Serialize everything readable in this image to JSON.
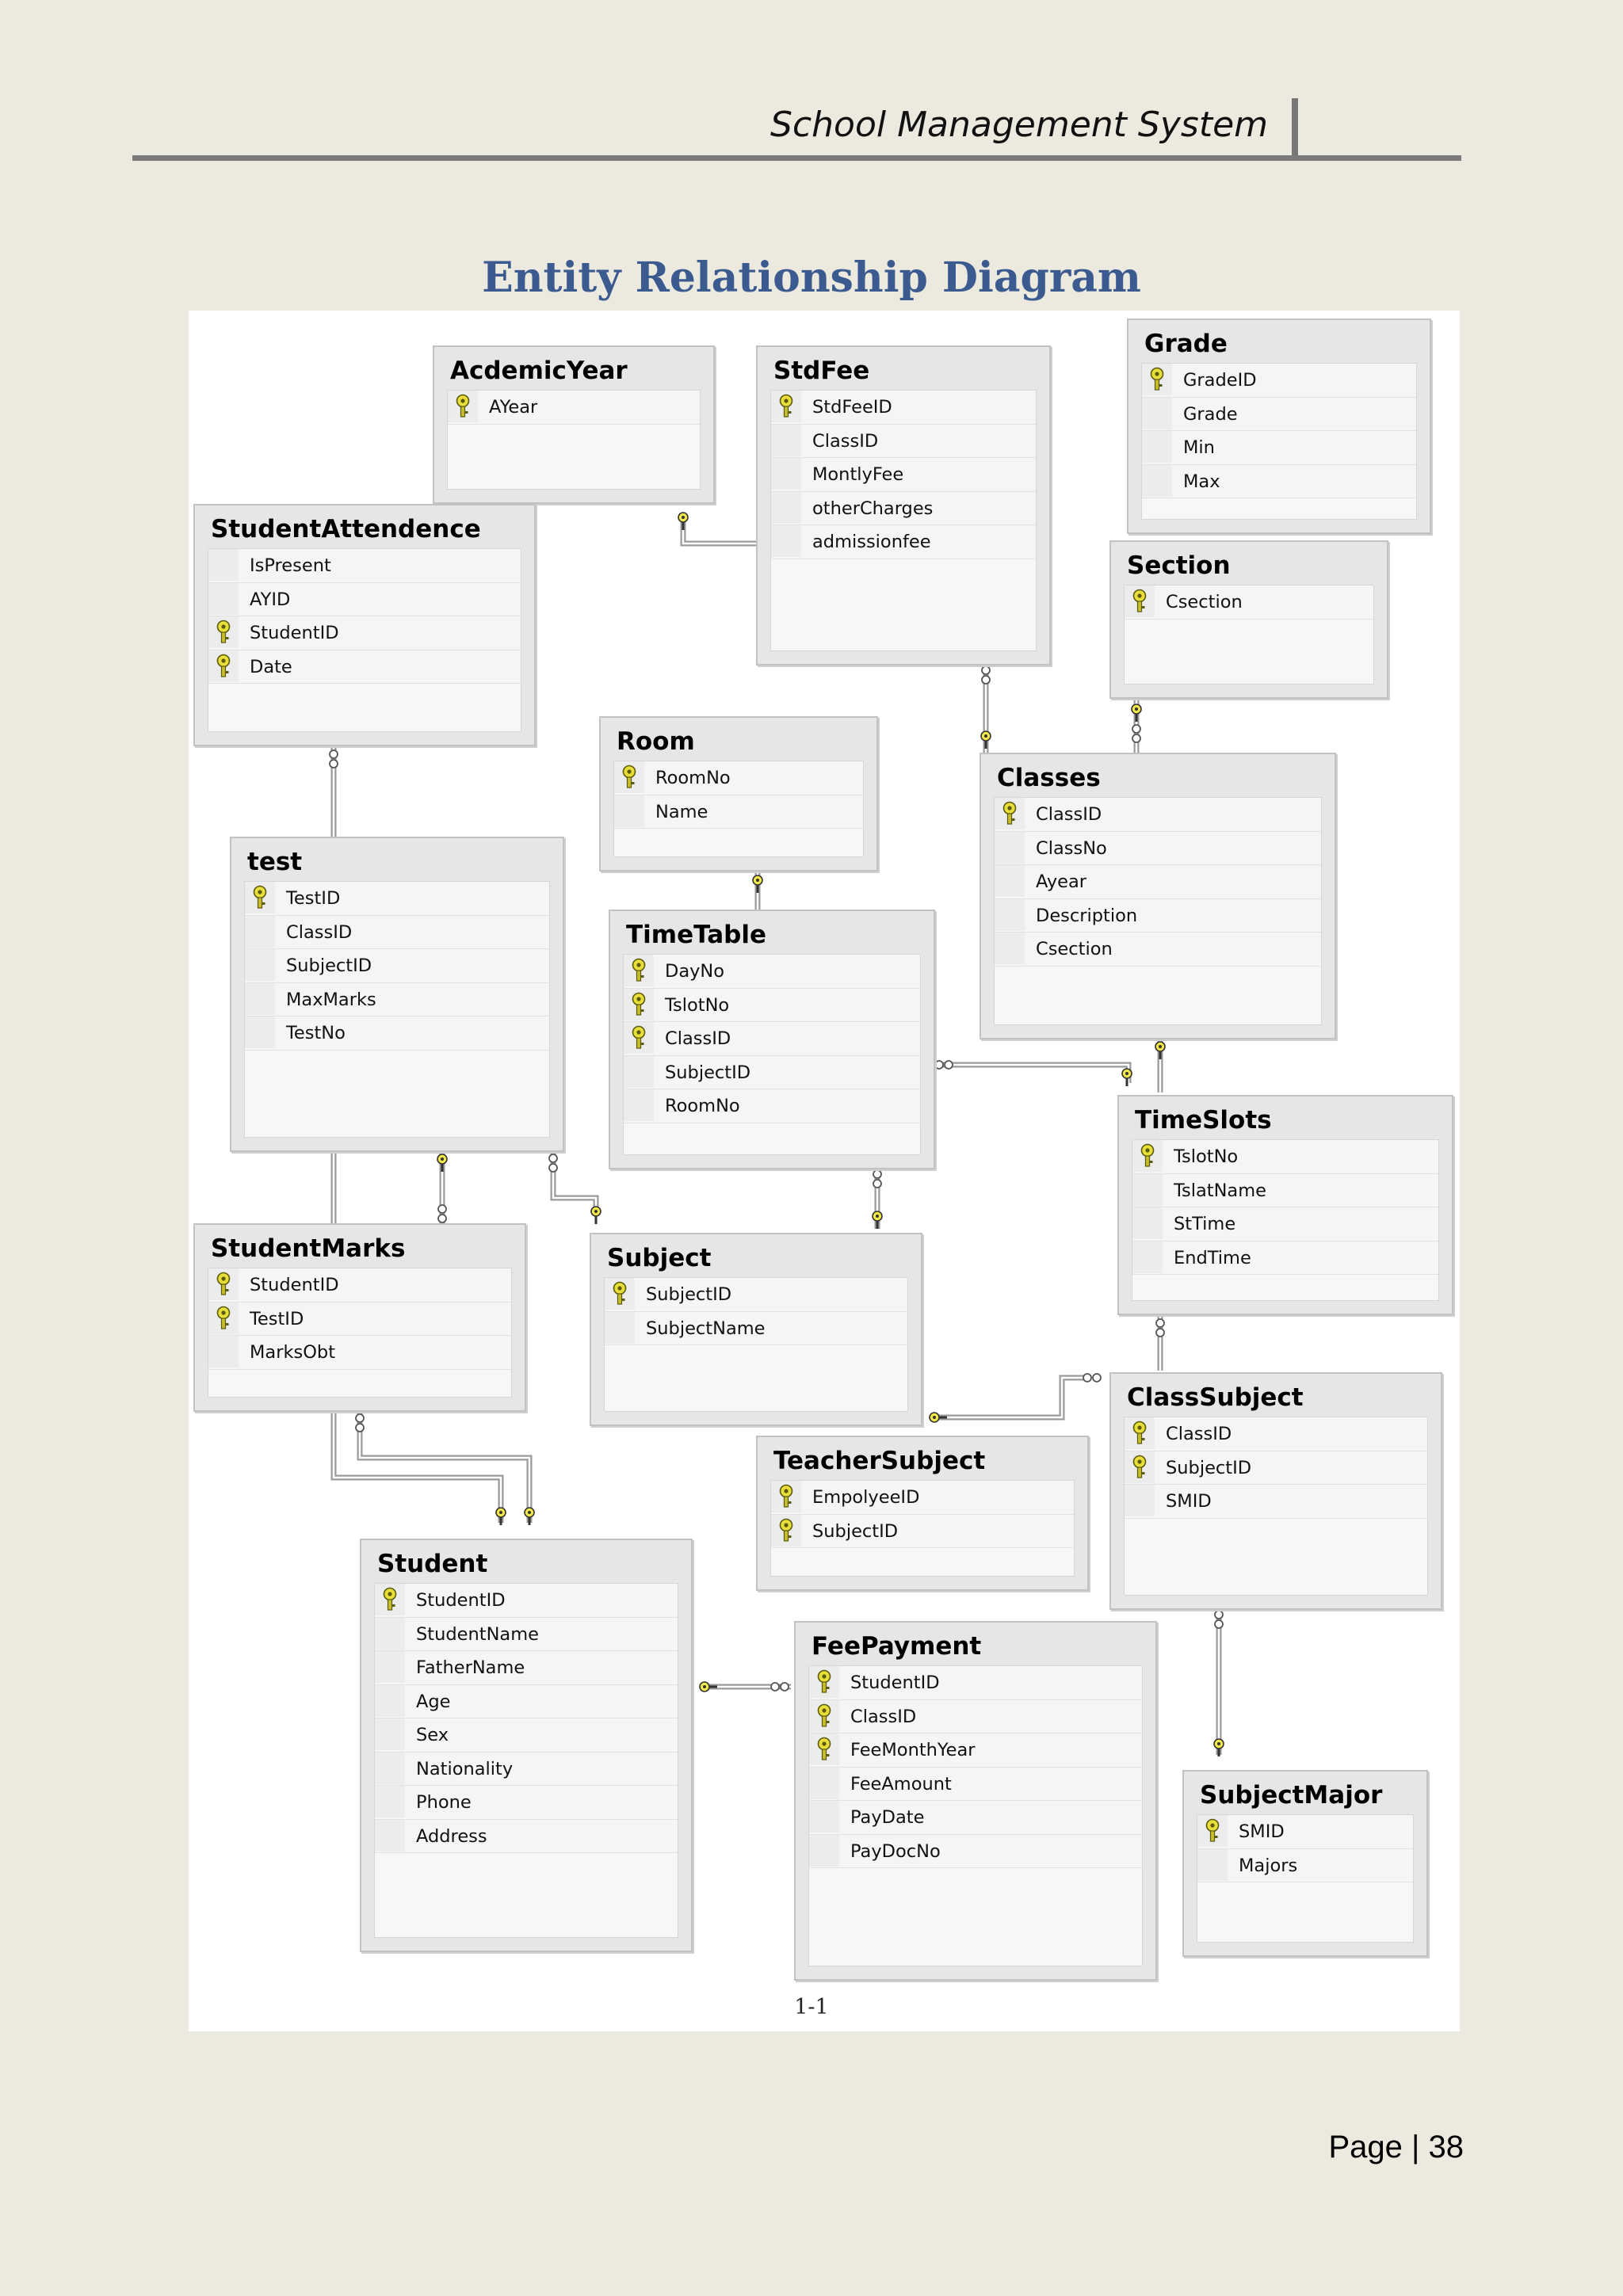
{
  "header": {
    "title": "School Management System"
  },
  "diagram_title": "Entity Relationship Diagram",
  "caption": "1-1",
  "page_number": "Page | 38",
  "entities": {
    "AcdemicYear": {
      "name": "AcdemicYear",
      "fields": [
        {
          "name": "AYear",
          "key": true
        }
      ]
    },
    "StdFee": {
      "name": "StdFee",
      "fields": [
        {
          "name": "StdFeeID",
          "key": true
        },
        {
          "name": "ClassID",
          "key": false
        },
        {
          "name": "MontlyFee",
          "key": false
        },
        {
          "name": "otherCharges",
          "key": false
        },
        {
          "name": "admissionfee",
          "key": false
        }
      ]
    },
    "Grade": {
      "name": "Grade",
      "fields": [
        {
          "name": "GradeID",
          "key": true
        },
        {
          "name": "Grade",
          "key": false
        },
        {
          "name": "Min",
          "key": false
        },
        {
          "name": "Max",
          "key": false
        }
      ]
    },
    "StudentAttendence": {
      "name": "StudentAttendence",
      "fields": [
        {
          "name": "IsPresent",
          "key": false
        },
        {
          "name": "AYID",
          "key": false
        },
        {
          "name": "StudentID",
          "key": true
        },
        {
          "name": "Date",
          "key": true
        }
      ]
    },
    "Section": {
      "name": "Section",
      "fields": [
        {
          "name": "Csection",
          "key": true
        }
      ]
    },
    "Room": {
      "name": "Room",
      "fields": [
        {
          "name": "RoomNo",
          "key": true
        },
        {
          "name": "Name",
          "key": false
        }
      ]
    },
    "Classes": {
      "name": "Classes",
      "fields": [
        {
          "name": "ClassID",
          "key": true
        },
        {
          "name": "ClassNo",
          "key": false
        },
        {
          "name": "Ayear",
          "key": false
        },
        {
          "name": "Description",
          "key": false
        },
        {
          "name": "Csection",
          "key": false
        }
      ]
    },
    "test": {
      "name": "test",
      "fields": [
        {
          "name": "TestID",
          "key": true
        },
        {
          "name": "ClassID",
          "key": false
        },
        {
          "name": "SubjectID",
          "key": false
        },
        {
          "name": "MaxMarks",
          "key": false
        },
        {
          "name": "TestNo",
          "key": false
        }
      ]
    },
    "TimeTable": {
      "name": "TimeTable",
      "fields": [
        {
          "name": "DayNo",
          "key": true
        },
        {
          "name": "TslotNo",
          "key": true
        },
        {
          "name": "ClassID",
          "key": true
        },
        {
          "name": "SubjectID",
          "key": false
        },
        {
          "name": "RoomNo",
          "key": false
        }
      ]
    },
    "TimeSlots": {
      "name": "TimeSlots",
      "fields": [
        {
          "name": "TslotNo",
          "key": true
        },
        {
          "name": "TslatName",
          "key": false
        },
        {
          "name": "StTime",
          "key": false
        },
        {
          "name": "EndTime",
          "key": false
        }
      ]
    },
    "StudentMarks": {
      "name": "StudentMarks",
      "fields": [
        {
          "name": "StudentID",
          "key": true
        },
        {
          "name": "TestID",
          "key": true
        },
        {
          "name": "MarksObt",
          "key": false
        }
      ]
    },
    "Subject": {
      "name": "Subject",
      "fields": [
        {
          "name": "SubjectID",
          "key": true
        },
        {
          "name": "SubjectName",
          "key": false
        }
      ]
    },
    "ClassSubject": {
      "name": "ClassSubject",
      "fields": [
        {
          "name": "ClassID",
          "key": true
        },
        {
          "name": "SubjectID",
          "key": true
        },
        {
          "name": "SMID",
          "key": false
        }
      ]
    },
    "TeacherSubject": {
      "name": "TeacherSubject",
      "fields": [
        {
          "name": "EmpolyeeID",
          "key": true
        },
        {
          "name": "SubjectID",
          "key": true
        }
      ]
    },
    "Student": {
      "name": "Student",
      "fields": [
        {
          "name": "StudentID",
          "key": true
        },
        {
          "name": "StudentName",
          "key": false
        },
        {
          "name": "FatherName",
          "key": false
        },
        {
          "name": "Age",
          "key": false
        },
        {
          "name": "Sex",
          "key": false
        },
        {
          "name": "Nationality",
          "key": false
        },
        {
          "name": "Phone",
          "key": false
        },
        {
          "name": "Address",
          "key": false
        }
      ]
    },
    "FeePayment": {
      "name": "FeePayment",
      "fields": [
        {
          "name": "StudentID",
          "key": true
        },
        {
          "name": "ClassID",
          "key": true
        },
        {
          "name": "FeeMonthYear",
          "key": true
        },
        {
          "name": "FeeAmount",
          "key": false
        },
        {
          "name": "PayDate",
          "key": false
        },
        {
          "name": "PayDocNo",
          "key": false
        }
      ]
    },
    "SubjectMajor": {
      "name": "SubjectMajor",
      "fields": [
        {
          "name": "SMID",
          "key": true
        },
        {
          "name": "Majors",
          "key": false
        }
      ]
    }
  }
}
